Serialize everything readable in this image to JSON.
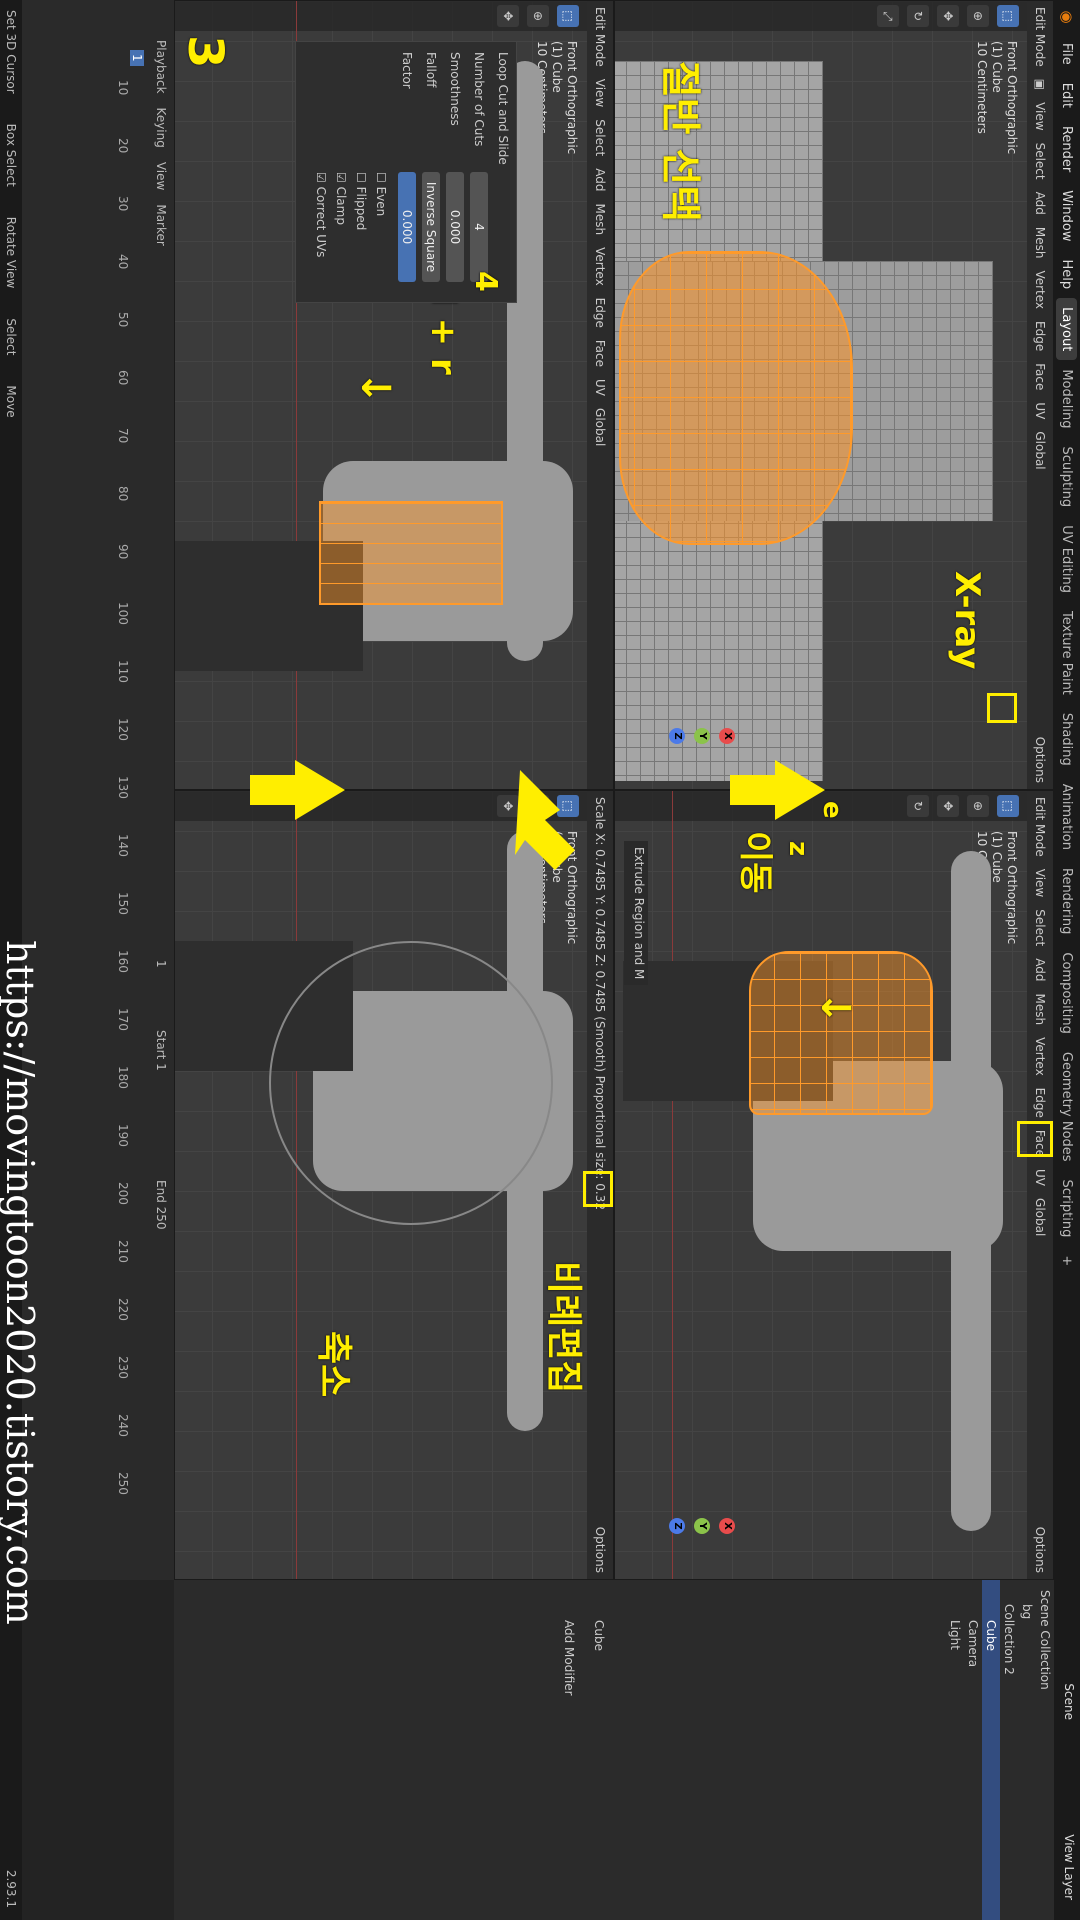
{
  "topbar": {
    "menus": [
      "File",
      "Edit",
      "Render",
      "Window",
      "Help"
    ],
    "workspaces": [
      "Layout",
      "Modeling",
      "Sculpting",
      "UV Editing",
      "Texture Paint",
      "Shading",
      "Animation",
      "Rendering",
      "Compositing",
      "Geometry Nodes",
      "Scripting",
      "+"
    ],
    "active_workspace": "Layout",
    "scene": "Scene",
    "view_layer": "View Layer"
  },
  "viewport_header": {
    "mode": "Edit Mode",
    "menus": [
      "View",
      "Select",
      "Add",
      "Mesh",
      "Vertex",
      "Edge",
      "Face",
      "UV"
    ],
    "transform_orientation": "Global",
    "options": "Options",
    "axes": [
      "X",
      "Y",
      "Z"
    ]
  },
  "viewport_info": {
    "line1": "Front Orthographic",
    "line2": "(1) Cube",
    "line3": "10 Centimeters"
  },
  "viewports": {
    "tl": {
      "annot_main": "절반 선택",
      "annot_xray": "X-ray"
    },
    "tr": {
      "annot_e": "e",
      "annot_z": "z",
      "annot_move": "이동",
      "operator": "Extrude Region and M"
    },
    "bl": {
      "annot_ctrl": "ctrl + r",
      "annot_4": "4",
      "annot_3": "3"
    },
    "br": {
      "annot_prop": "비례편집",
      "annot_shrink": "축소",
      "status_line": "Scale X: 0.7485   Y: 0.7485   Z: 0.7485 (Smooth) Proportional size: 0.32"
    }
  },
  "loop_cut_panel": {
    "title": "Loop Cut and Slide",
    "number_of_cuts_label": "Number of Cuts",
    "number_of_cuts": "4",
    "smoothness_label": "Smoothness",
    "smoothness": "0.000",
    "falloff_label": "Falloff",
    "falloff": "Inverse Square",
    "factor_label": "Factor",
    "factor": "0.000",
    "even": "Even",
    "flipped": "Flipped",
    "clamp": "Clamp",
    "correct_uvs": "Correct UVs"
  },
  "outliner": {
    "scene_collection": "Scene Collection",
    "items": [
      "bg",
      "Collection 2",
      "Cube",
      "Camera",
      "Light"
    ]
  },
  "properties": {
    "object_name": "Cube",
    "add_modifier": "Add Modifier"
  },
  "timeline": {
    "menus": [
      "Playback",
      "Keying",
      "View",
      "Marker"
    ],
    "current_frame": "1",
    "ticks": [
      "10",
      "20",
      "30",
      "40",
      "50",
      "60",
      "70",
      "80",
      "90",
      "100",
      "110",
      "120",
      "130",
      "140",
      "150",
      "160",
      "170",
      "180",
      "190",
      "200",
      "210",
      "220",
      "230",
      "240",
      "250"
    ],
    "start_label": "Start",
    "start": "1",
    "end_label": "End",
    "end": "250",
    "frame_field": "1"
  },
  "statusbar": {
    "items": [
      "Set 3D Cursor",
      "Box Select",
      "Rotate View",
      "Select",
      "Move"
    ],
    "version": "2.93.1"
  },
  "watermark": "https://movingtoon2020.tistory.com",
  "colors": {
    "accent": "#ffee00",
    "selection": "#ff9a2a",
    "blue": "#4772b3"
  }
}
